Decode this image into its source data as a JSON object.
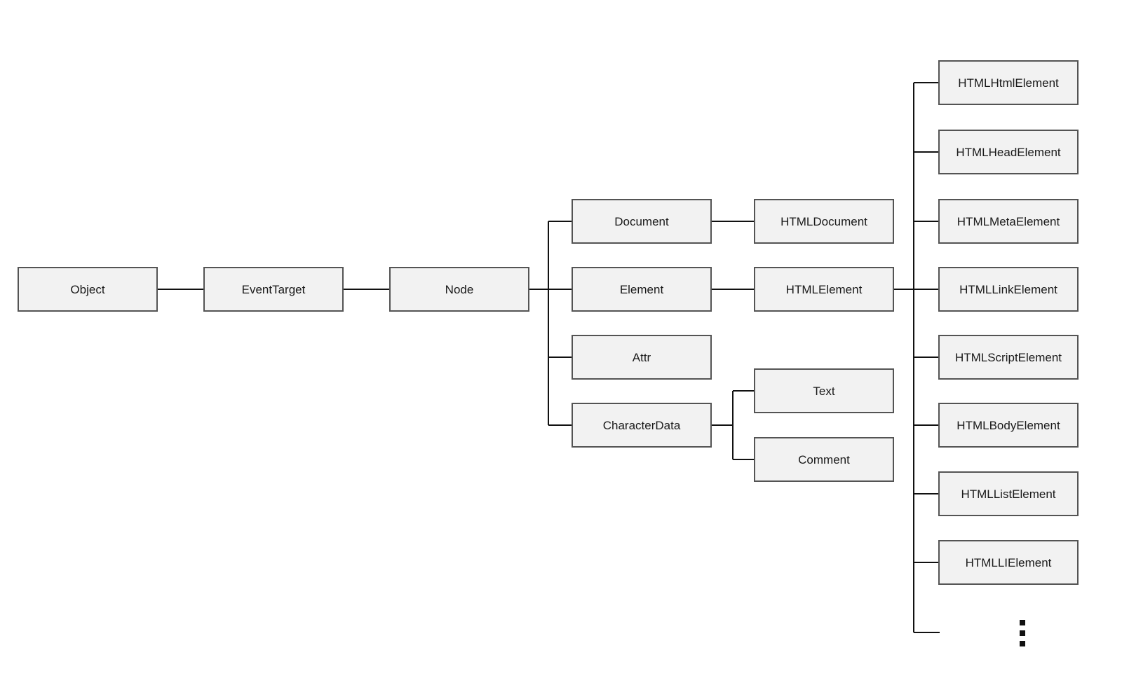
{
  "diagram": {
    "type": "tree",
    "description": "DOM class inheritance hierarchy",
    "colors": {
      "background": "#ffffff",
      "box_fill": "#f2f2f2",
      "box_border": "#545454",
      "line": "#111111",
      "text": "#1a1a1a"
    },
    "nodes": {
      "object": {
        "label": "Object"
      },
      "event_target": {
        "label": "EventTarget"
      },
      "node": {
        "label": "Node"
      },
      "document": {
        "label": "Document"
      },
      "html_document": {
        "label": "HTMLDocument"
      },
      "element": {
        "label": "Element"
      },
      "html_element": {
        "label": "HTMLElement"
      },
      "attr": {
        "label": "Attr"
      },
      "character_data": {
        "label": "CharacterData"
      },
      "text": {
        "label": "Text"
      },
      "comment": {
        "label": "Comment"
      },
      "html_html_element": {
        "label": "HTMLHtmlElement"
      },
      "html_head_element": {
        "label": "HTMLHeadElement"
      },
      "html_meta_element": {
        "label": "HTMLMetaElement"
      },
      "html_link_element": {
        "label": "HTMLLinkElement"
      },
      "html_script_element": {
        "label": "HTMLScriptElement"
      },
      "html_body_element": {
        "label": "HTMLBodyElement"
      },
      "html_list_element": {
        "label": "HTMLListElement"
      },
      "html_li_element": {
        "label": "HTMLLIElement"
      }
    },
    "more_indicator": "⋮",
    "edges": [
      {
        "from": "Object",
        "to": "EventTarget"
      },
      {
        "from": "EventTarget",
        "to": "Node"
      },
      {
        "from": "Node",
        "to": "Document"
      },
      {
        "from": "Node",
        "to": "Element"
      },
      {
        "from": "Node",
        "to": "Attr"
      },
      {
        "from": "Node",
        "to": "CharacterData"
      },
      {
        "from": "Document",
        "to": "HTMLDocument"
      },
      {
        "from": "Element",
        "to": "HTMLElement"
      },
      {
        "from": "CharacterData",
        "to": "Text"
      },
      {
        "from": "CharacterData",
        "to": "Comment"
      },
      {
        "from": "HTMLElement",
        "to": "HTMLHtmlElement"
      },
      {
        "from": "HTMLElement",
        "to": "HTMLHeadElement"
      },
      {
        "from": "HTMLElement",
        "to": "HTMLMetaElement"
      },
      {
        "from": "HTMLElement",
        "to": "HTMLLinkElement"
      },
      {
        "from": "HTMLElement",
        "to": "HTMLScriptElement"
      },
      {
        "from": "HTMLElement",
        "to": "HTMLBodyElement"
      },
      {
        "from": "HTMLElement",
        "to": "HTMLListElement"
      },
      {
        "from": "HTMLElement",
        "to": "HTMLLIElement"
      },
      {
        "from": "HTMLElement",
        "to": "⋮"
      }
    ]
  }
}
